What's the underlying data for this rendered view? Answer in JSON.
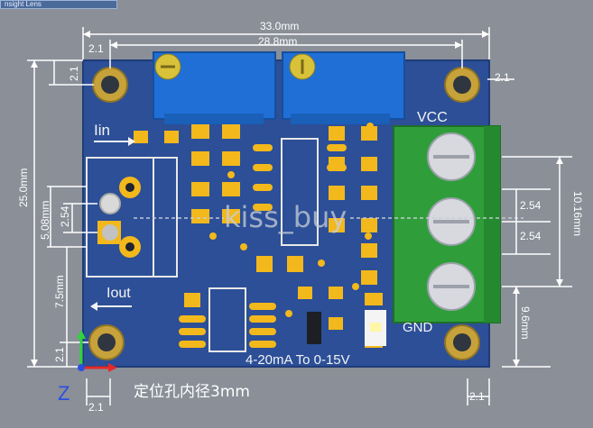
{
  "window": {
    "title_fragment": "nsight Lens"
  },
  "dimensions": {
    "width_outer": "33.0mm",
    "width_inner": "28.8mm",
    "height": "25.0mm",
    "pitch_5_08": "5.08mm",
    "pitch_2_54_left": "2.54",
    "offset_7_5": "7.5mm",
    "edge_top_left_h": "2.1",
    "edge_top_left_v": "2.1",
    "edge_top_right": "2.1",
    "edge_bottom_left_v": "2.1",
    "edge_bottom_left_h": "2.1",
    "edge_bottom_right": "2.1",
    "terminal_span": "10.16mm",
    "terminal_pitch_1": "2.54",
    "terminal_pitch_2": "2.54",
    "terminal_bottom": "9.6mm"
  },
  "pcb": {
    "label_vcc": "VCC",
    "label_gnd": "GND",
    "label_iin": "Iin",
    "label_iout": "Iout",
    "product": "4-20mA To 0-15V"
  },
  "annotations": {
    "axis_z": "Z",
    "hole_note": "定位孔内径3mm",
    "watermark": "kiss_buy"
  },
  "colors": {
    "background": "#8a8f98",
    "board": "#2c4f97",
    "pad": "#f2b81c",
    "terminal": "#2f9e3a",
    "potentiometer": "#1f6fd6"
  }
}
